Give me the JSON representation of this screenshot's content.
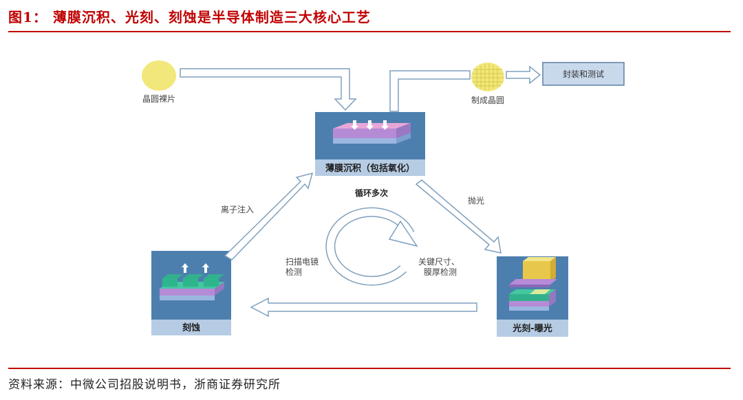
{
  "title": "图1：  薄膜沉积、光刻、刻蚀是半导体制造三大核心工艺",
  "source": "资料来源：中微公司招股说明书，浙商证券研究所",
  "nodes": {
    "wafer_raw": "晶圆裸片",
    "wafer_done": "制成晶圆",
    "package_test": "封装和测试",
    "deposition": "薄膜沉积（包括氧化）",
    "lithography": "光刻-曝光",
    "etching": "刻蚀"
  },
  "edges": {
    "polish": "抛光",
    "ion_implant": "离子注入",
    "cycle": "循环多次",
    "sem_inspect_1": "扫描电镜",
    "sem_inspect_2": "检测",
    "cd_inspect_1": "关键尺寸、",
    "cd_inspect_2": "膜厚检测"
  },
  "colors": {
    "accent_red": "#c00000",
    "panel_blue": "#4d7fae",
    "caption_blue": "#b6cce4",
    "wafer_yellow": "#f2e77a",
    "arrow_outline": "#7e9fbd"
  }
}
